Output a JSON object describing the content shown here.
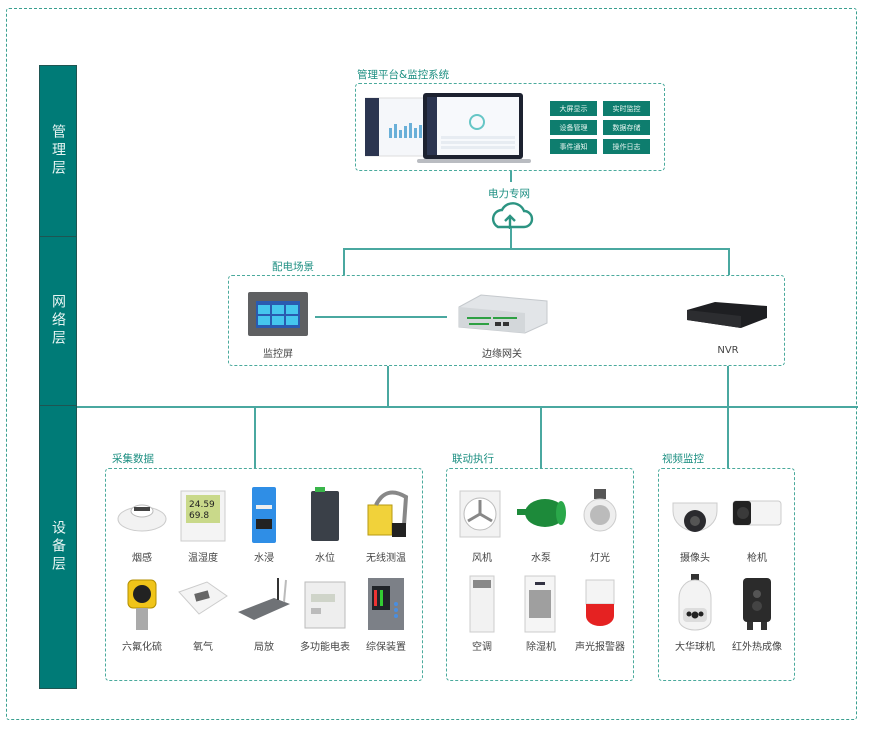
{
  "layers": {
    "management": "管理层",
    "network": "网络层",
    "device": "设备层"
  },
  "management": {
    "title": "管理平台&监控系统",
    "buttons": [
      "大屏显示",
      "实时监控",
      "设备管理",
      "数据存储",
      "事件通知",
      "操作日志"
    ]
  },
  "cloud": {
    "label": "电力专网"
  },
  "network": {
    "title": "配电场景",
    "devices": [
      {
        "label": "监控屏"
      },
      {
        "label": "边缘网关"
      },
      {
        "label": "NVR"
      }
    ]
  },
  "groups": {
    "collect": {
      "title": "采集数据",
      "items": [
        "烟感",
        "温湿度",
        "水浸",
        "水位",
        "无线测温",
        "六氟化硫",
        "氧气",
        "局放",
        "多功能电表",
        "综保装置"
      ]
    },
    "actuate": {
      "title": "联动执行",
      "items": [
        "风机",
        "水泵",
        "灯光",
        "空调",
        "除湿机",
        "声光报警器"
      ]
    },
    "video": {
      "title": "视频监控",
      "items": [
        "摄像头",
        "枪机",
        "大华球机",
        "红外热成像"
      ]
    }
  },
  "colors": {
    "accent": "#007b77",
    "line": "#4aa8a0",
    "button": "#0e7d6e"
  }
}
